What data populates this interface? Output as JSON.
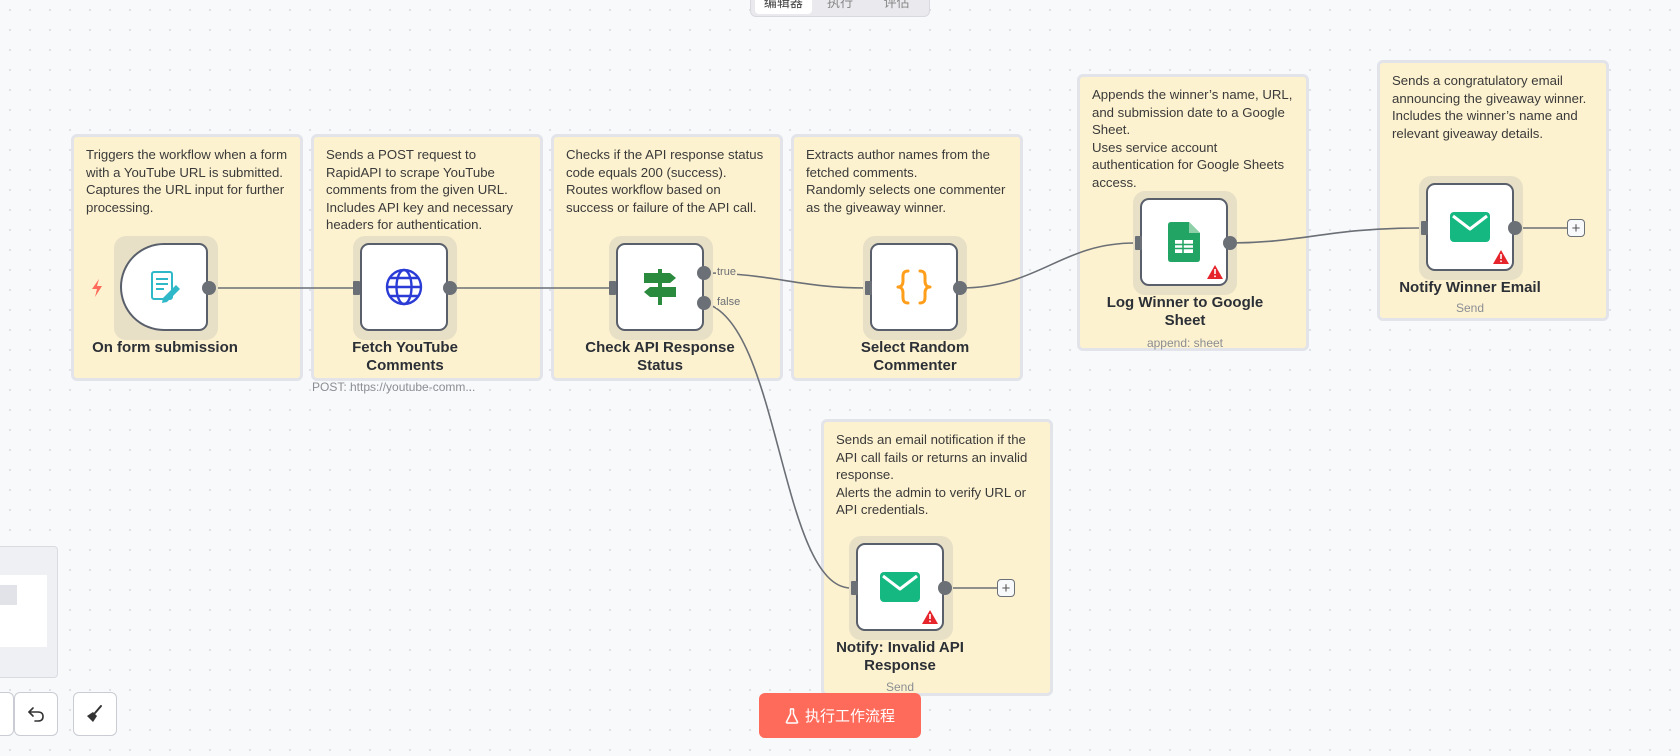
{
  "top_tabs": [
    "编辑器",
    "执行",
    "评估"
  ],
  "notes": {
    "trigger": [
      "Triggers the workflow when a form with a YouTube URL is submitted.",
      "Captures the URL input for further processing."
    ],
    "fetch": [
      "Sends a POST request to RapidAPI to scrape YouTube comments from the given URL.",
      "Includes API key and necessary headers for authentication."
    ],
    "check": [
      "Checks if the API response status code equals 200 (success).",
      "Routes workflow based on success or failure of the API call."
    ],
    "select": [
      "Extracts author names from the fetched comments.",
      "Randomly selects one commenter as the giveaway winner."
    ],
    "log": [
      "Appends the winner’s name, URL, and submission date to a Google Sheet.",
      "Uses service account authentication for Google Sheets access."
    ],
    "notify_winner": [
      "Sends a congratulatory email announcing the giveaway winner.",
      "Includes the winner’s name and relevant giveaway details."
    ],
    "invalid": [
      "Sends an email notification if the API call fails or returns an invalid response.",
      "Alerts the admin to verify URL or API credentials."
    ]
  },
  "nodes": {
    "trigger": {
      "title": "On form submission",
      "icon": "form-icon"
    },
    "fetch": {
      "title": "Fetch YouTube Comments",
      "subtitle": "POST: https://youtube-comm...",
      "icon": "globe-icon"
    },
    "check": {
      "title": "Check API Response Status",
      "icon": "signpost-icon",
      "branch_true": "true",
      "branch_false": "false"
    },
    "select": {
      "title": "Select Random Commenter",
      "icon": "code-braces-icon"
    },
    "log": {
      "title": "Log Winner to Google Sheet",
      "subtitle": "append: sheet",
      "icon": "google-sheets-icon"
    },
    "notify_winner": {
      "title": "Notify Winner Email",
      "subtitle": "Send",
      "icon": "email-icon"
    },
    "invalid": {
      "title": "Notify: Invalid API Response",
      "subtitle": "Send",
      "icon": "email-icon"
    }
  },
  "run_button": {
    "label": "执行工作流程",
    "icon": "flask-icon"
  },
  "colors": {
    "sticky": "#fdf2cf",
    "run_button": "#ff6b5b",
    "email_green": "#14b880",
    "sheets_green": "#21a464",
    "warning": "#e5242b",
    "edge": "#6b6f76"
  }
}
